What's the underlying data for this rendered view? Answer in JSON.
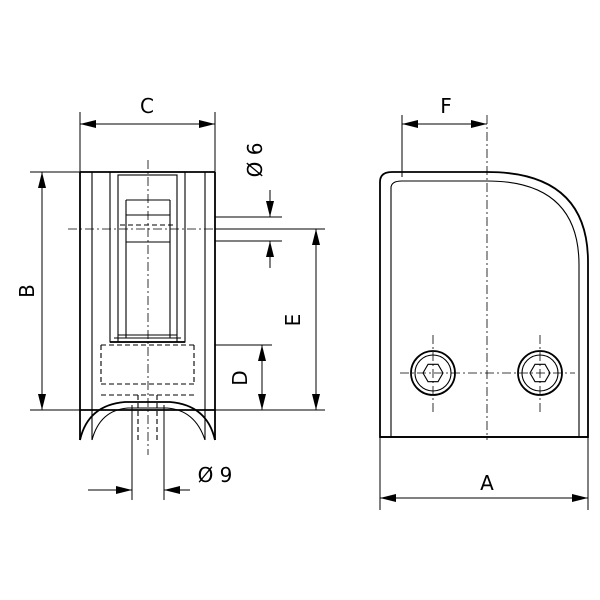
{
  "dimensions": {
    "a": "A",
    "b": "B",
    "c": "C",
    "d": "D",
    "e": "E",
    "f": "F",
    "hole_diameter": "Ø 6",
    "groove_diameter": "Ø 9"
  }
}
